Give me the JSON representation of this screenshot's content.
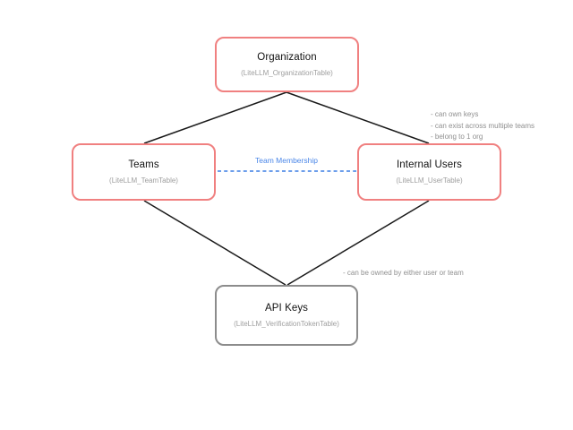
{
  "nodes": {
    "organization": {
      "title": "Organization",
      "subtitle": "(LiteLLM_OrganizationTable)"
    },
    "teams": {
      "title": "Teams",
      "subtitle": "(LiteLLM_TeamTable)"
    },
    "internal_users": {
      "title": "Internal Users",
      "subtitle": "(LiteLLM_UserTable)"
    },
    "api_keys": {
      "title": "API Keys",
      "subtitle": "(LiteLLM_VerificationTokenTable)"
    }
  },
  "edges": {
    "team_membership_label": "Team Membership"
  },
  "annotations": {
    "internal_users_notes": [
      "- can own keys",
      "- can exist across multiple teams",
      "- belong to 1 org"
    ],
    "api_keys_note": "- can be owned by either user or team"
  },
  "colors": {
    "node_border_red": "#F08080",
    "node_border_gray": "#8C8C8C",
    "connector_black": "#1A1A1A",
    "membership_line_blue": "#6D9EEB",
    "membership_label_blue": "#4A86E8",
    "subtitle_gray": "#9E9E9E",
    "annotation_gray": "#8F8F8F",
    "background": "#FFFFFF"
  }
}
